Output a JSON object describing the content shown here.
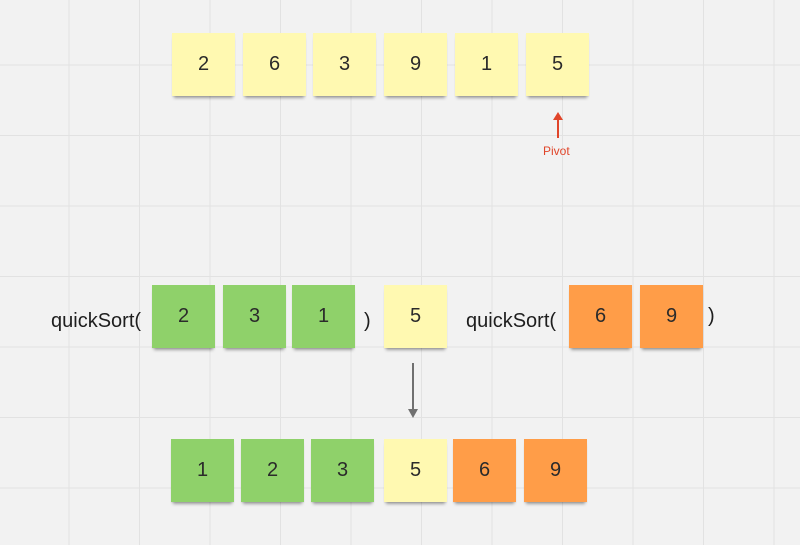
{
  "colors": {
    "yellow": "#fff9b1",
    "green": "#8fd16a",
    "orange": "#ff9d48",
    "pivot_arrow": "#e0452a",
    "down_arrow": "#707070"
  },
  "initial_array": [
    "2",
    "6",
    "3",
    "9",
    "1",
    "5"
  ],
  "pivot": {
    "label": "Pivot"
  },
  "partition": {
    "left_call": {
      "func_label": "quickSort(",
      "values": [
        "2",
        "3",
        "1"
      ],
      "close_paren": ")"
    },
    "pivot_value": "5",
    "right_call": {
      "func_label": "quickSort(",
      "values": [
        "6",
        "9"
      ],
      "close_paren": ")"
    }
  },
  "sorted_array": [
    "1",
    "2",
    "3",
    "5",
    "6",
    "9"
  ]
}
